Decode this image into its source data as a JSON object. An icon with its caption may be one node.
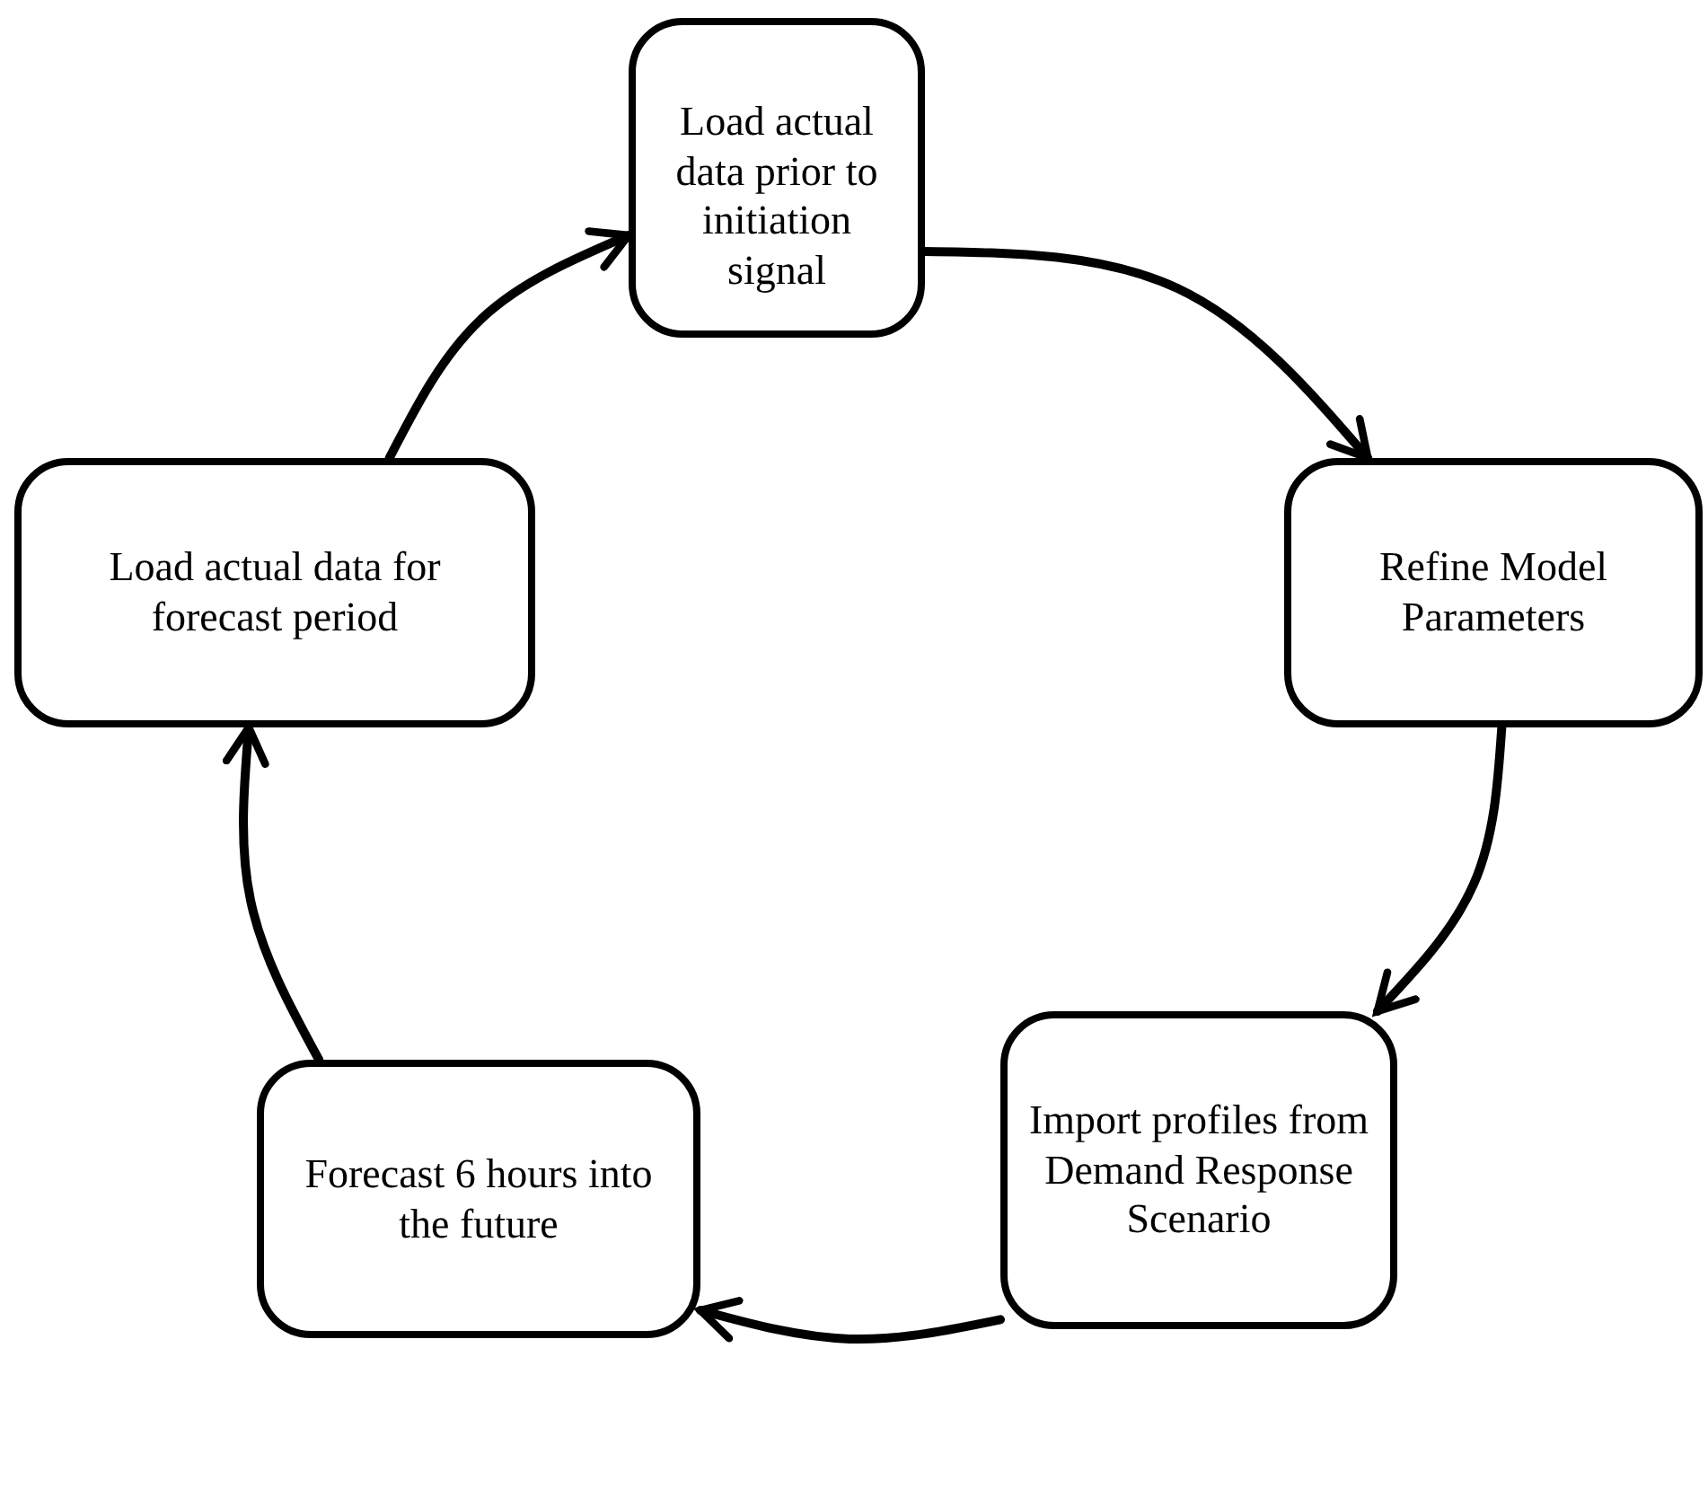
{
  "diagram": {
    "nodes": [
      {
        "text": [
          "Load actual data prior to initiation signal"
        ]
      },
      {
        "text": [
          "Refine Model Parameters"
        ]
      },
      {
        "text": [
          "Import profiles from Demand Response Scenario"
        ]
      },
      {
        "text": [
          "Forecast 6 hours into the future"
        ]
      },
      {
        "text": [
          "Load actual data for forecast period"
        ]
      }
    ],
    "edges": [
      {
        "from": 0,
        "to": 1,
        "arrow": "to"
      },
      {
        "from": 1,
        "to": 2,
        "arrow": "to"
      },
      {
        "from": 2,
        "to": 3,
        "arrow": "to"
      },
      {
        "from": 3,
        "to": 4,
        "arrow": "to"
      },
      {
        "from": 4,
        "to": 0,
        "arrow": "to"
      }
    ]
  }
}
